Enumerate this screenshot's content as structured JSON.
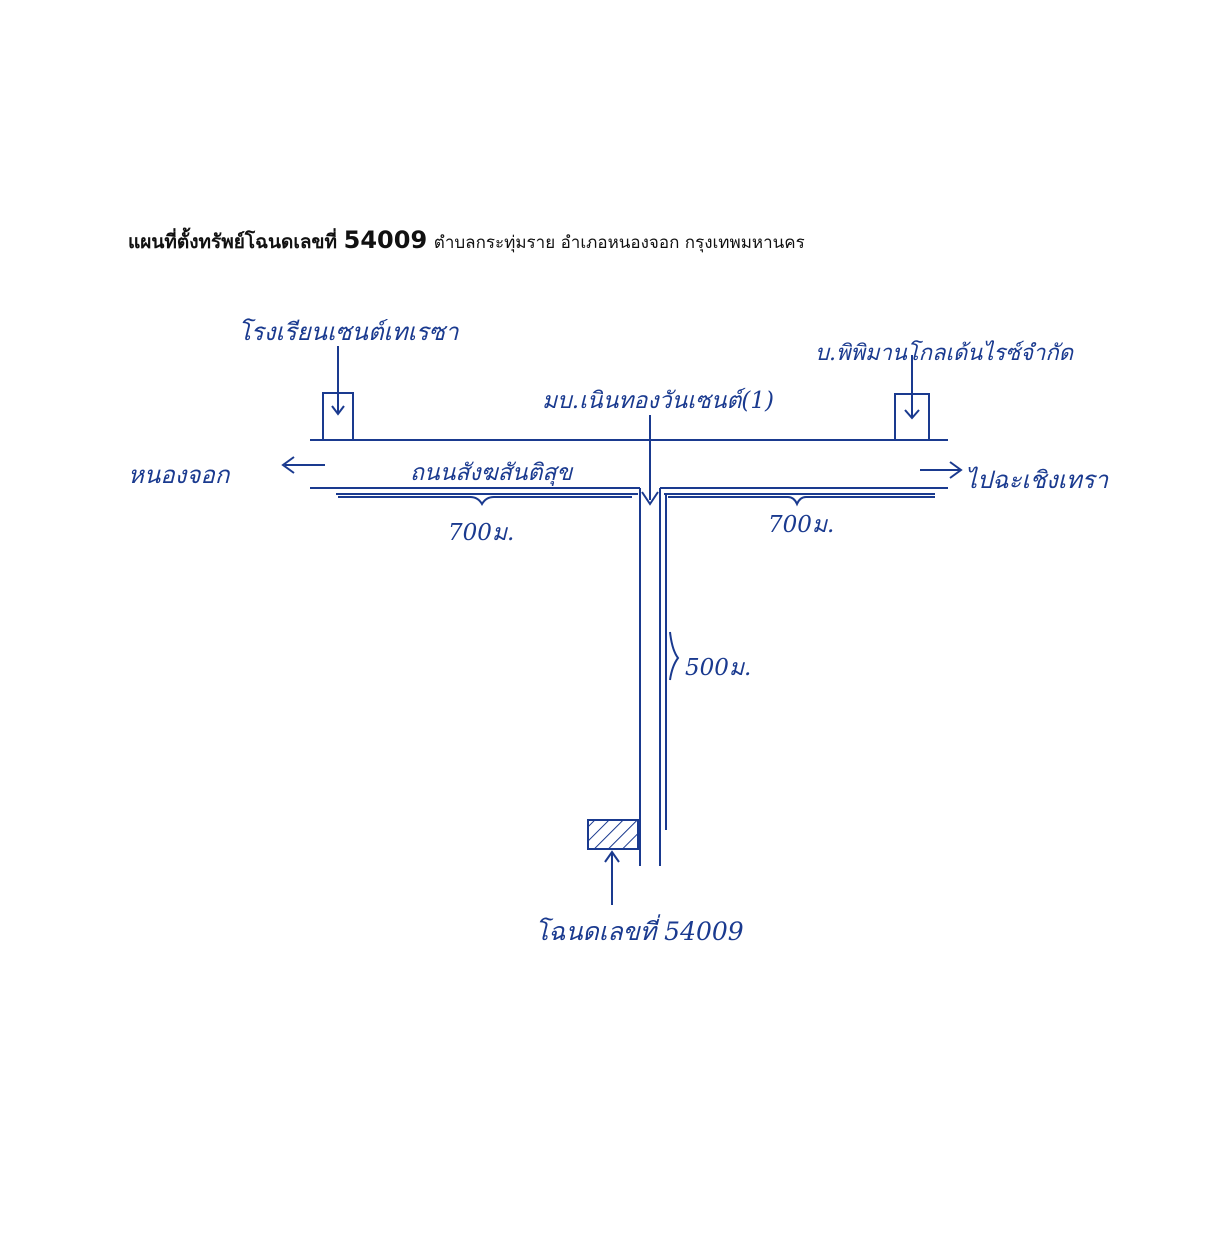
{
  "title": {
    "main": "แผนที่ตั้งทรัพย์โฉนดเลขที่",
    "deed_no": "54009",
    "location": "ตำบลกระทุ่มราย อำเภอหนองจอก กรุงเทพมหานคร"
  },
  "labels": {
    "school": "โรงเรียนเซนต์เทเรซา",
    "company": "บ.พิพิมานโกลเด้นไรซ์จำกัด",
    "village": "มบ.เนินทองวันเซนต์(1)",
    "road": "ถนนสังฆสันติสุข",
    "left_dest": "หนองจอก",
    "right_dest": "ไปฉะเชิงเทรา",
    "dist_left": "700ม.",
    "dist_right": "700ม.",
    "dist_down": "500ม.",
    "deed_label": "โฉนดเลขที่ 54009"
  },
  "colors": {
    "ink": "#1a3a8f",
    "title": "#111111"
  }
}
